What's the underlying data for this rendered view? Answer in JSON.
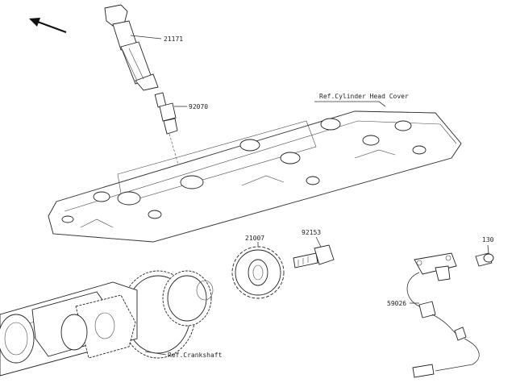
{
  "labels": {
    "ignition_coil": "21171",
    "spark_plug": "92070",
    "cylinder_head_cover_ref": "Ref.Cylinder Head Cover",
    "timing_rotor": "21007",
    "bolt": "92153",
    "bolt_small": "130",
    "sensor": "59026",
    "crankshaft_ref": "Ref.Crankshaft"
  },
  "colors": {
    "line": "#222222",
    "background": "#ffffff"
  },
  "icons": {
    "direction_arrow": "arrow-up-left-icon"
  }
}
